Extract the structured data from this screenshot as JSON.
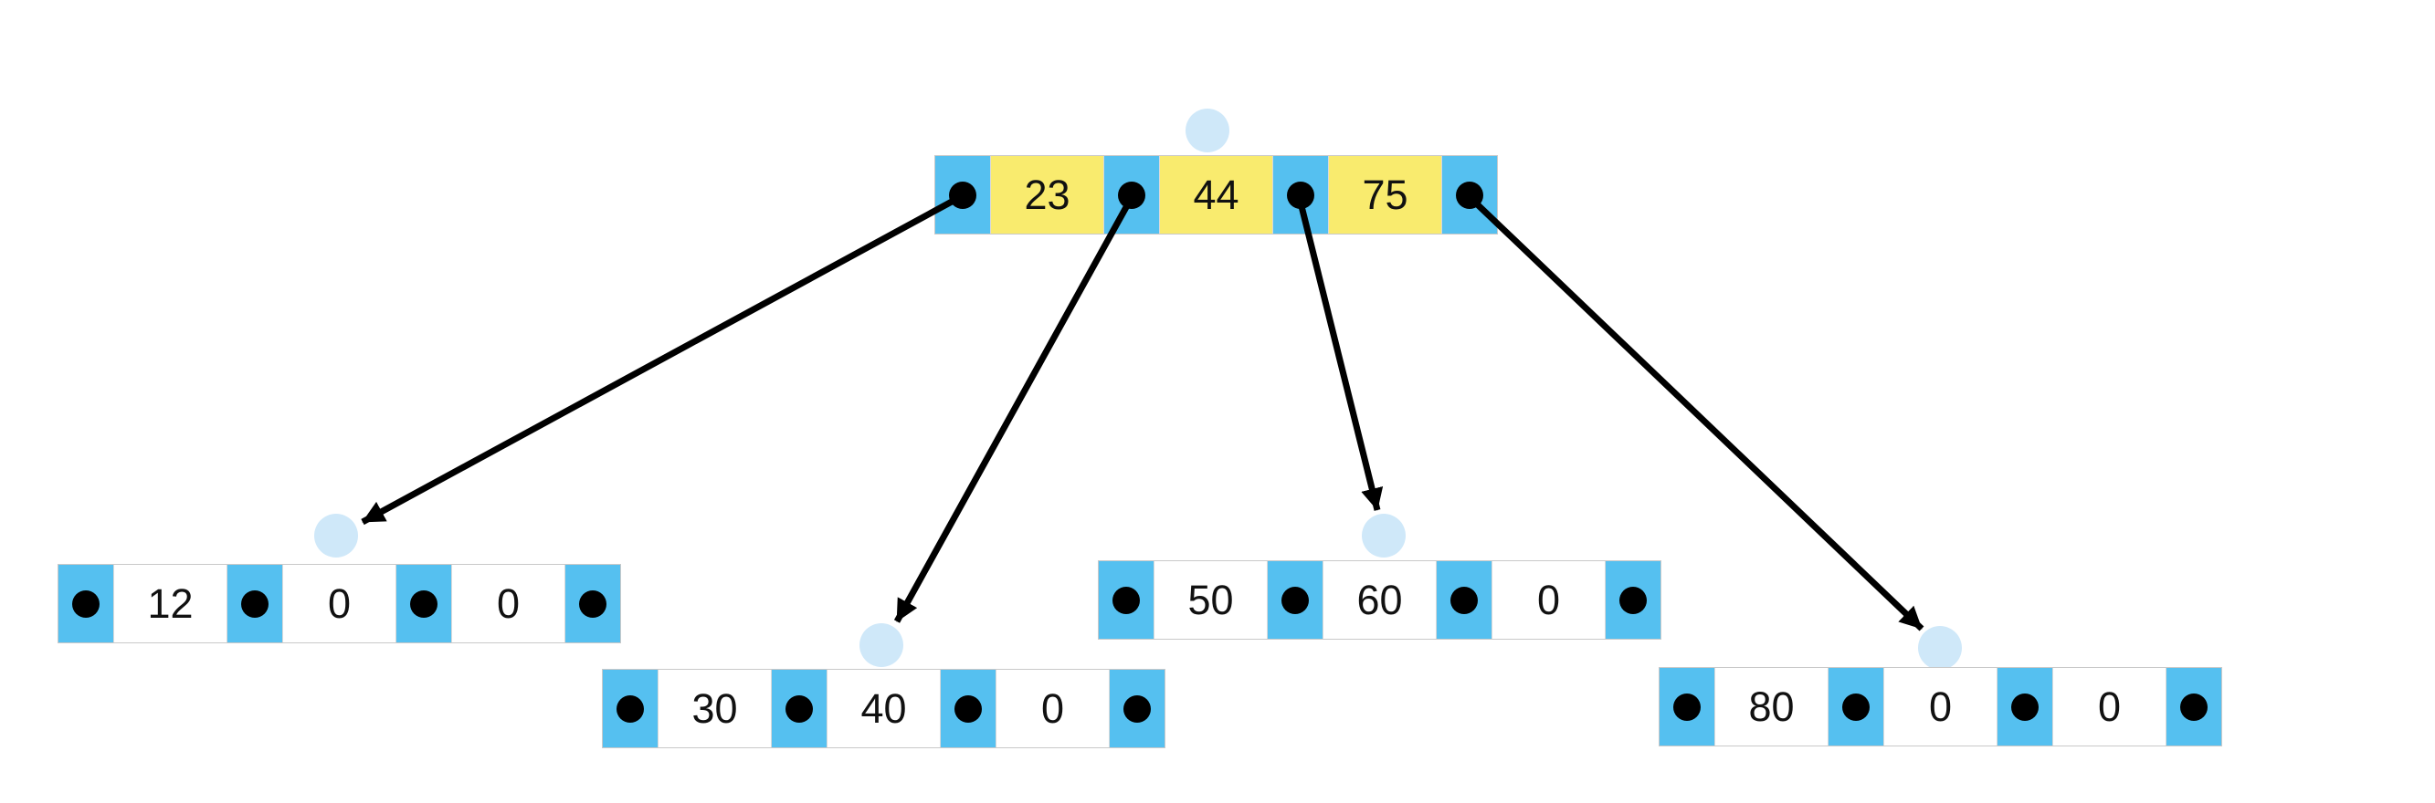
{
  "diagram": {
    "kind": "b-tree",
    "colors": {
      "pointer_cell_blue": "#55C0F0",
      "root_key_yellow": "#F9EB6E",
      "child_key_white": "#FFFFFF",
      "handle_light_blue": "#CFE8F9",
      "arrow_black": "#000000",
      "dot_black": "#000000",
      "border_gray": "#C9C9C9"
    },
    "nodes": [
      {
        "id": "root",
        "level": "root",
        "keys": [
          "23",
          "44",
          "75"
        ]
      },
      {
        "id": "child-1",
        "level": "leaf",
        "keys": [
          "12",
          "0",
          "0"
        ]
      },
      {
        "id": "child-2",
        "level": "leaf",
        "keys": [
          "30",
          "40",
          "0"
        ]
      },
      {
        "id": "child-3",
        "level": "leaf",
        "keys": [
          "50",
          "60",
          "0"
        ]
      },
      {
        "id": "child-4",
        "level": "leaf",
        "keys": [
          "80",
          "0",
          "0"
        ]
      }
    ],
    "edges": [
      {
        "from": "root.pointer-0",
        "to": "child-1"
      },
      {
        "from": "root.pointer-1",
        "to": "child-2"
      },
      {
        "from": "root.pointer-2",
        "to": "child-3"
      },
      {
        "from": "root.pointer-3",
        "to": "child-4"
      }
    ]
  }
}
